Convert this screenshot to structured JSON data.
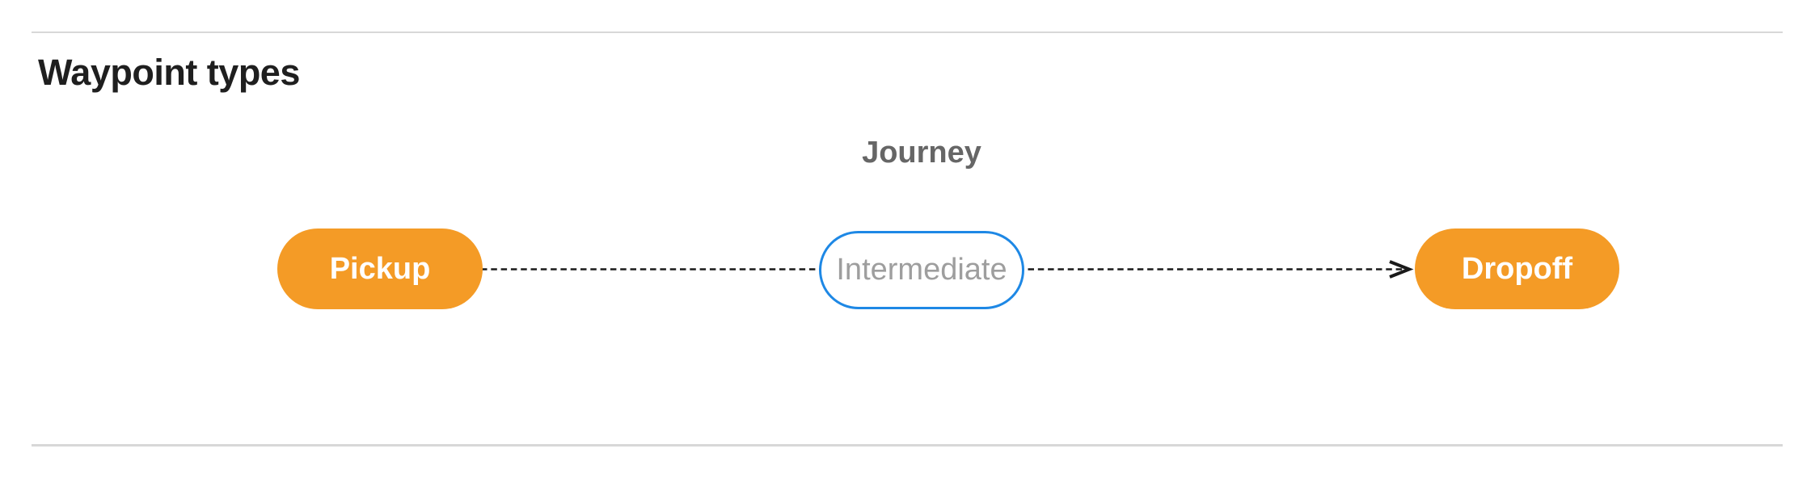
{
  "section": {
    "heading": "Waypoint types"
  },
  "diagram": {
    "group_label": "Journey",
    "nodes": [
      {
        "id": "pickup",
        "label": "Pickup",
        "style": "filled"
      },
      {
        "id": "intermediate",
        "label": "Intermediate",
        "style": "outlined"
      },
      {
        "id": "dropoff",
        "label": "Dropoff",
        "style": "filled"
      }
    ],
    "edges": [
      {
        "from": "pickup",
        "to": "dropoff",
        "via": [
          "intermediate"
        ],
        "line_style": "dashed",
        "arrow": "end"
      }
    ],
    "colors": {
      "terminal_node_fill": "#F49B26",
      "terminal_node_text": "#FFFFFF",
      "optional_node_border": "#1E88E5",
      "optional_node_text": "#9E9E9E",
      "connector": "#1A1A1A",
      "group_label_text": "#666666",
      "heading_text": "#1F1F1F",
      "divider": "#D8D8D8"
    }
  }
}
